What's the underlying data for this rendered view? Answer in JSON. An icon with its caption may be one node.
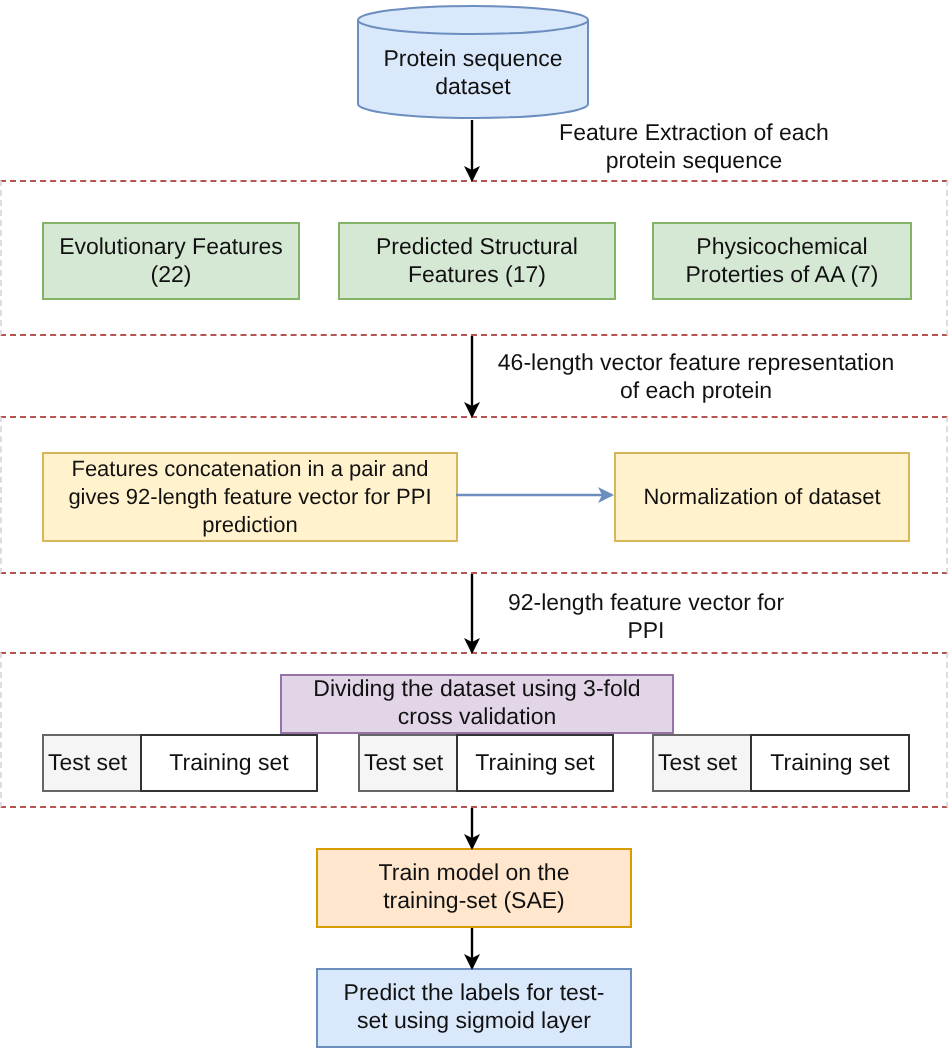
{
  "diagram": {
    "nodes": [
      {
        "text": [
          "Protein sequence dataset"
        ]
      },
      {
        "text": [],
        "shape": "box"
      },
      {
        "text": [
          "Evolutionary Features (22)"
        ],
        "in": 1
      },
      {
        "text": [
          "Predicted Structural Features (17)"
        ],
        "in": 1
      },
      {
        "text": [
          "Physicochemical Proterties of AA (7)"
        ],
        "in": 1
      },
      {
        "text": [],
        "shape": "box"
      },
      {
        "text": [
          "Features concatenation in a pair and gives 92-length feature vector for PPI prediction"
        ],
        "in": 5
      },
      {
        "text": [
          "Normalization of dataset"
        ],
        "in": 5
      },
      {
        "text": [],
        "shape": "box"
      },
      {
        "text": [
          "Dividing the dataset using 3-fold cross validation"
        ],
        "in": 8
      },
      {
        "text": [
          "Test set"
        ],
        "in": 8
      },
      {
        "text": [
          "Training set"
        ],
        "in": 8
      },
      {
        "text": [
          "Test set"
        ],
        "in": 8
      },
      {
        "text": [
          "Training set"
        ],
        "in": 8
      },
      {
        "text": [
          "Test set"
        ],
        "in": 8
      },
      {
        "text": [
          "Training set"
        ],
        "in": 8
      },
      {
        "text": [
          "Train model on the training-set (SAE)"
        ]
      },
      {
        "text": [
          "Predict the labels for test-set using sigmoid layer"
        ]
      }
    ],
    "edges": [
      {
        "from": 0,
        "to": 1,
        "arrow": "to",
        "label": "Feature Extraction of each protein sequence"
      },
      {
        "from": 1,
        "to": 5,
        "arrow": "to",
        "label": "46-length vector feature representation of each protein"
      },
      {
        "from": 6,
        "to": 7,
        "arrow": "to",
        "color": "#6c8ebf"
      },
      {
        "from": 5,
        "to": 8,
        "arrow": "to",
        "label": "92-length feature vector for PPI"
      },
      {
        "from": 8,
        "to": 16,
        "arrow": "to"
      },
      {
        "from": 16,
        "to": 17,
        "arrow": "to"
      }
    ]
  }
}
